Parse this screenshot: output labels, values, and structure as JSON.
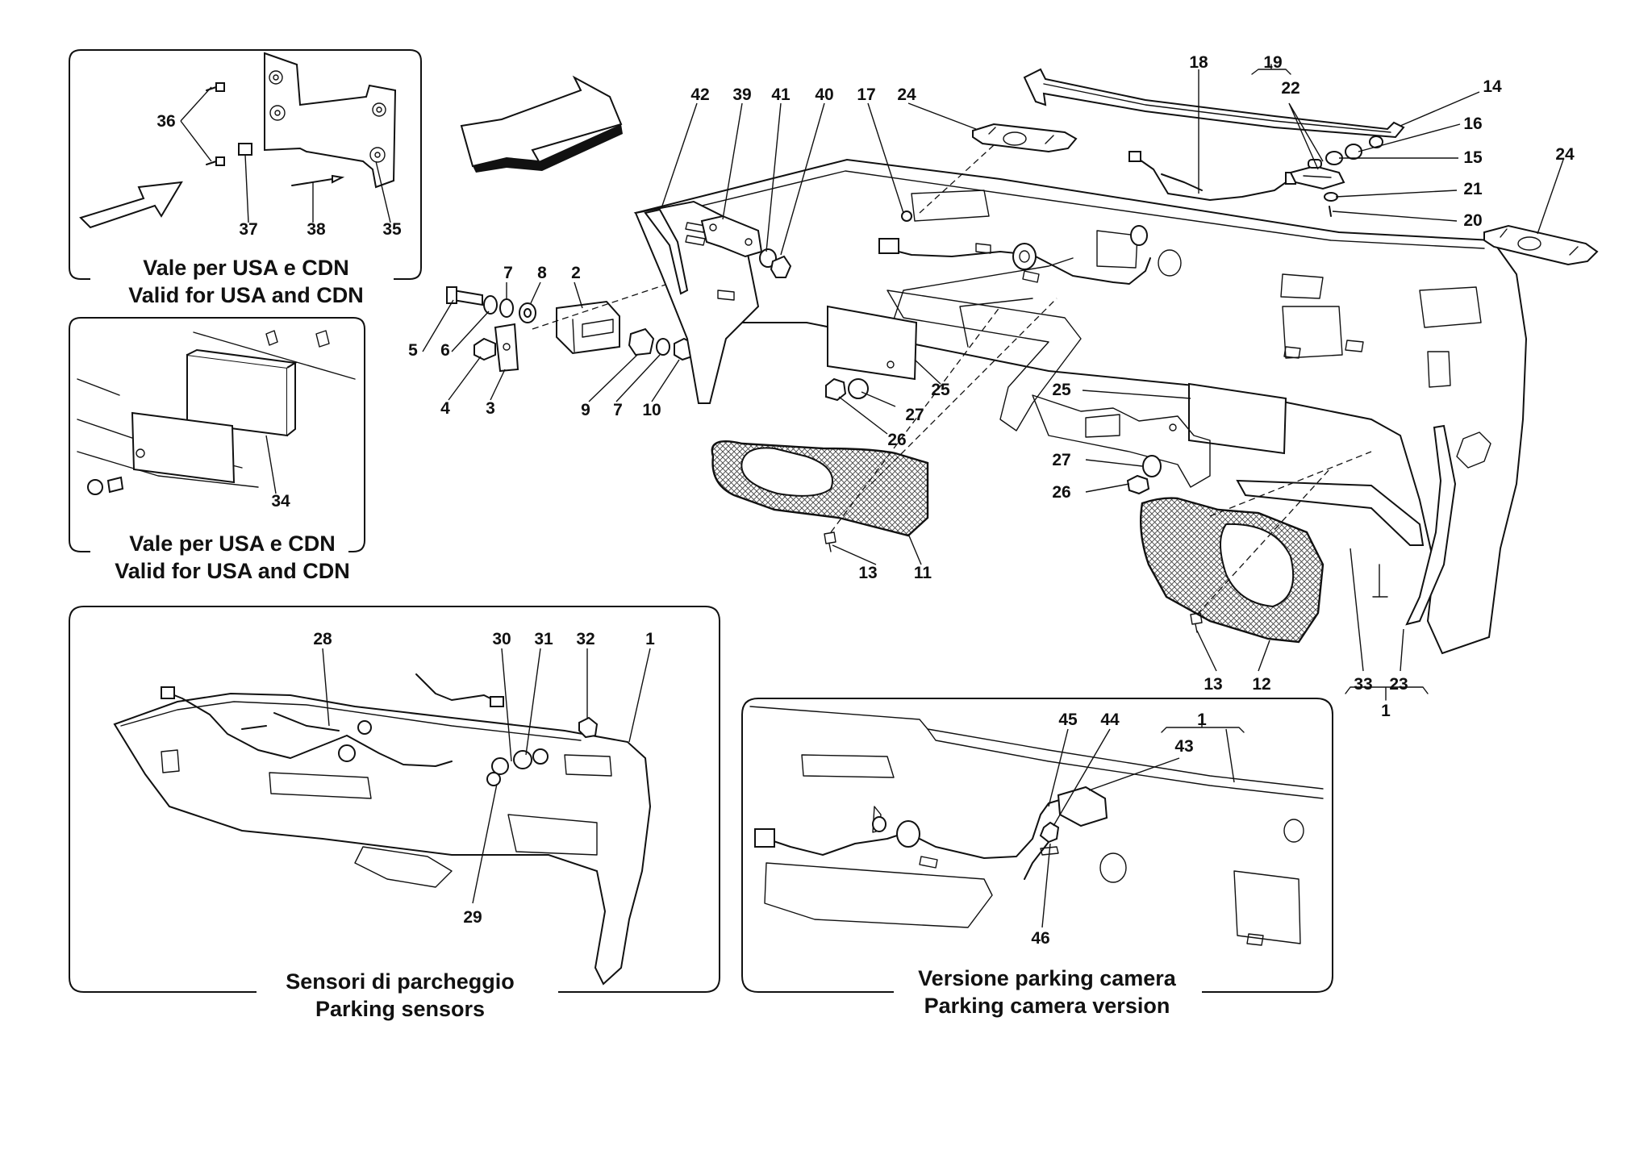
{
  "captions": {
    "panel_usa_1_line1": "Vale per USA e CDN",
    "panel_usa_1_line2": "Valid for USA and CDN",
    "panel_usa_2_line1": "Vale per USA e CDN",
    "panel_usa_2_line2": "Valid for USA and CDN",
    "panel_parking_sensors_line1": "Sensori di parcheggio",
    "panel_parking_sensors_line2": "Parking sensors",
    "panel_parking_camera_line1": "Versione parking camera",
    "panel_parking_camera_line2": "Parking camera version"
  },
  "callouts": {
    "n1": "1",
    "n2": "2",
    "n3": "3",
    "n4": "4",
    "n5": "5",
    "n6": "6",
    "n7": "7",
    "n8": "8",
    "n9": "9",
    "n10": "10",
    "n11": "11",
    "n12": "12",
    "n13": "13",
    "n14": "14",
    "n15": "15",
    "n16": "16",
    "n17": "17",
    "n18": "18",
    "n19": "19",
    "n20": "20",
    "n21": "21",
    "n22": "22",
    "n23": "23",
    "n24": "24",
    "n25": "25",
    "n26": "26",
    "n27": "27",
    "n28": "28",
    "n29": "29",
    "n30": "30",
    "n31": "31",
    "n32": "32",
    "n33": "33",
    "n34": "34",
    "n35": "35",
    "n36": "36",
    "n37": "37",
    "n38": "38",
    "n39": "39",
    "n40": "40",
    "n41": "41",
    "n42": "42",
    "n43": "43",
    "n44": "44",
    "n45": "45",
    "n46": "46"
  }
}
